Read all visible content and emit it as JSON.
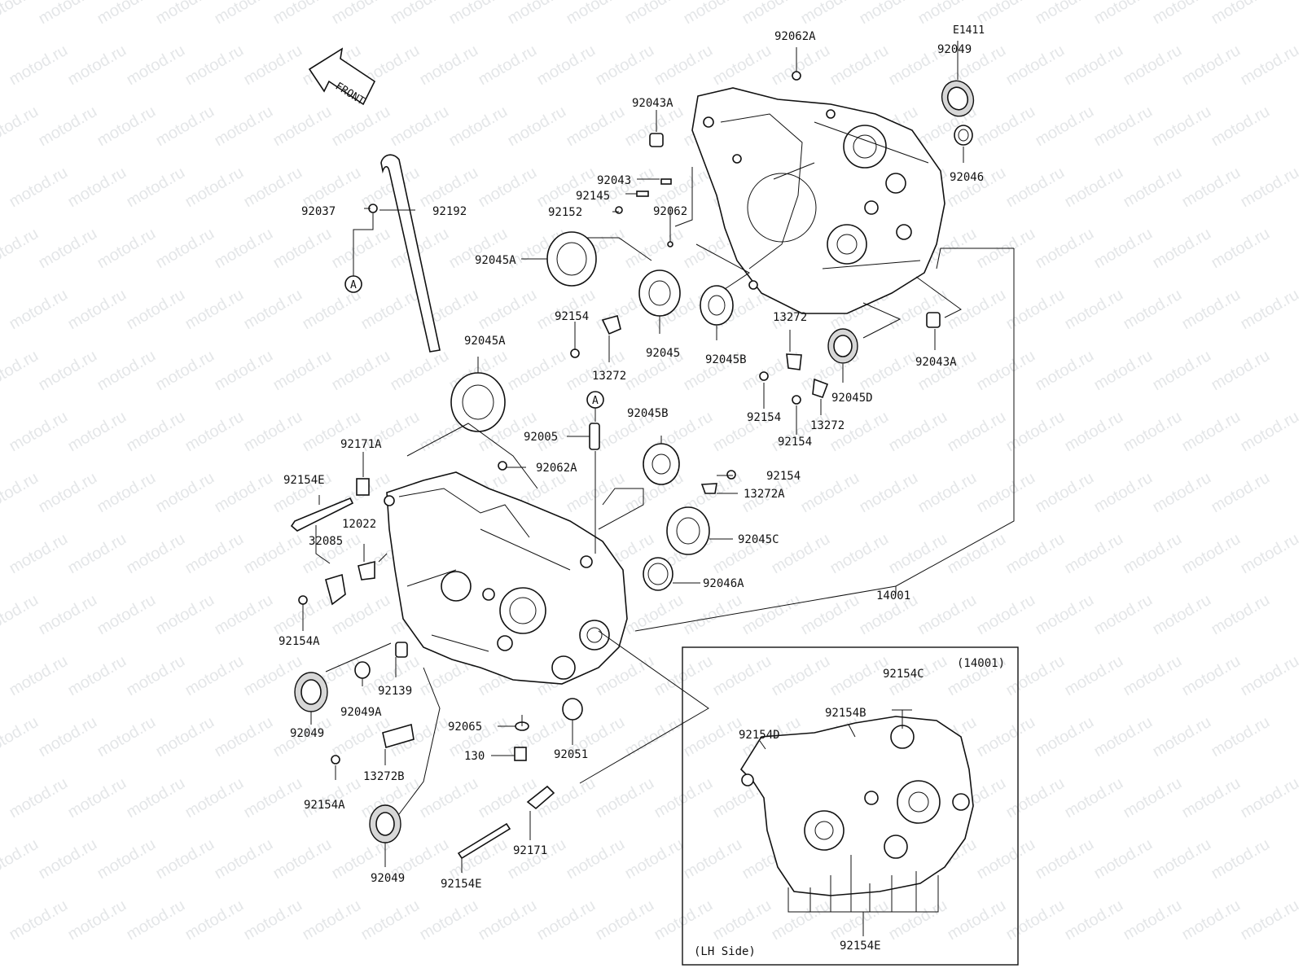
{
  "diagram_code": "E1411",
  "front_label": "FRONT",
  "watermark": "motod.ru",
  "assembly_ref": "(14001)",
  "side_label": "(LH Side)",
  "callout_letter": "A",
  "parts": [
    "92062A",
    "92049",
    "92043A",
    "92046",
    "92043",
    "92145",
    "92152",
    "92062",
    "92037",
    "92192",
    "92045A",
    "92045",
    "92045B",
    "92154",
    "13272",
    "92043A",
    "92045D",
    "92045A",
    "92005",
    "92045B",
    "92154",
    "13272",
    "92154",
    "13272",
    "92171A",
    "92154E",
    "92062A",
    "92154",
    "13272A",
    "92045C",
    "12022",
    "32085",
    "92046A",
    "14001",
    "92154A",
    "92139",
    "92049",
    "92049A",
    "92065",
    "92051",
    "130",
    "13272B",
    "92154A",
    "92049",
    "92171",
    "92154E",
    "92154C",
    "92154B",
    "92154D",
    "92154E"
  ]
}
